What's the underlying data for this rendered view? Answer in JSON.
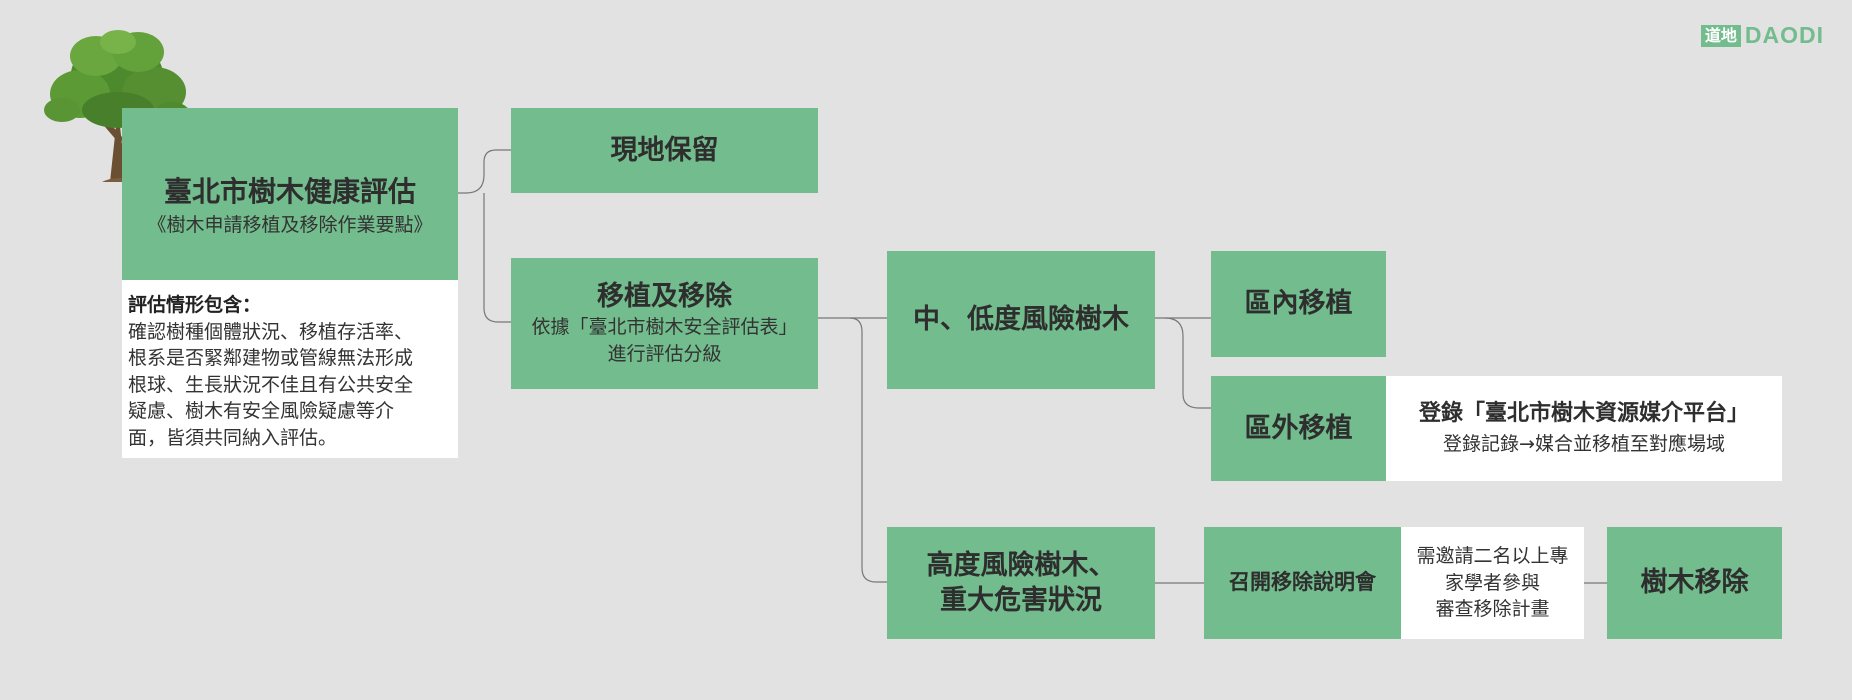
{
  "logo": {
    "cn": "道地",
    "en": "DAODI"
  },
  "root": {
    "title": "臺北市樹木健康評估",
    "subtitle": "《樹木申請移植及移除作業要點》",
    "note_heading": "評估情形包含：",
    "note_lines": [
      "確認樹種個體狀況、移植存活率、",
      "根系是否緊鄰建物或管線無法形成",
      "根球、生長狀況不佳且有公共安全",
      "疑慮、樹木有安全風險疑慮等介",
      "面，皆須共同納入評估。"
    ]
  },
  "preserve": {
    "title": "現地保留"
  },
  "transplant_remove": {
    "title": "移植及移除",
    "sub_lines": [
      "依據「臺北市樹木安全評估表」",
      "進行評估分級"
    ]
  },
  "mid_low_risk": {
    "title": "中、低度風險樹木"
  },
  "in_area": {
    "title": "區內移植"
  },
  "out_area": {
    "title": "區外移植"
  },
  "register": {
    "title": "登錄「臺北市樹木資源媒介平台」",
    "sub": "登錄記錄→媒合並移植至對應場域"
  },
  "high_risk": {
    "lines": [
      "高度風險樹木、",
      "重大危害狀況"
    ]
  },
  "meeting": {
    "title": "召開移除說明會"
  },
  "experts": {
    "lines": [
      "需邀請二名以上專",
      "家學者參與",
      "審查移除計畫"
    ]
  },
  "removal": {
    "title": "樹木移除"
  }
}
